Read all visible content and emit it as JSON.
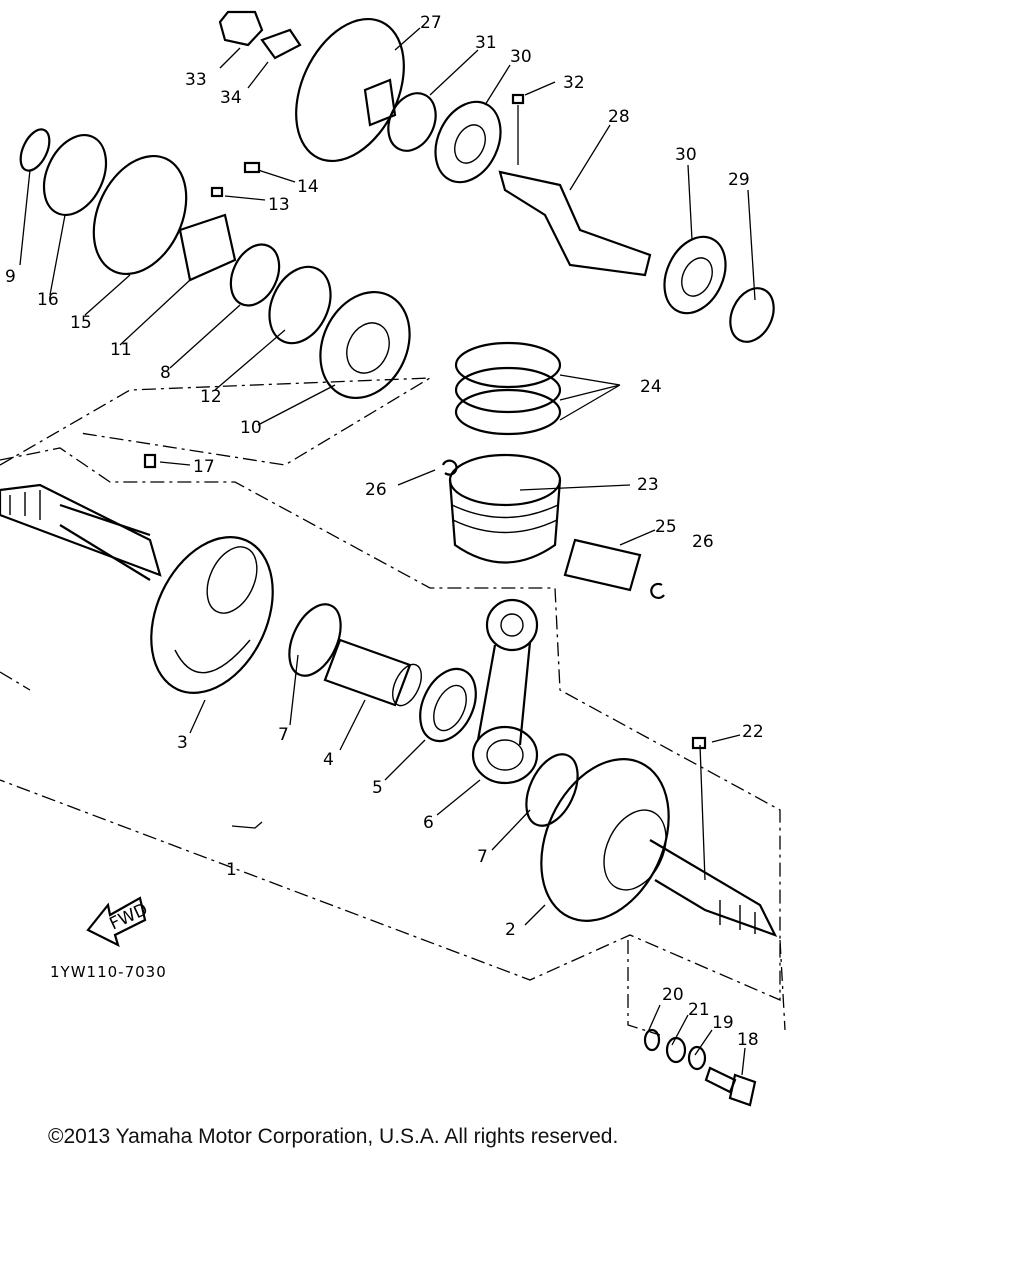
{
  "diagram": {
    "part_numbers": [
      "1",
      "2",
      "3",
      "4",
      "5",
      "6",
      "7",
      "7",
      "8",
      "9",
      "10",
      "11",
      "12",
      "13",
      "14",
      "15",
      "16",
      "17",
      "18",
      "19",
      "20",
      "21",
      "22",
      "23",
      "24",
      "25",
      "26",
      "26",
      "27",
      "28",
      "29",
      "30",
      "30",
      "31",
      "32",
      "33",
      "34"
    ],
    "fwd_label": "FWD",
    "drawing_code": "1YW110-7030"
  },
  "footer": {
    "copyright": "©2013 Yamaha Motor Corporation, U.S.A. All rights reserved."
  }
}
